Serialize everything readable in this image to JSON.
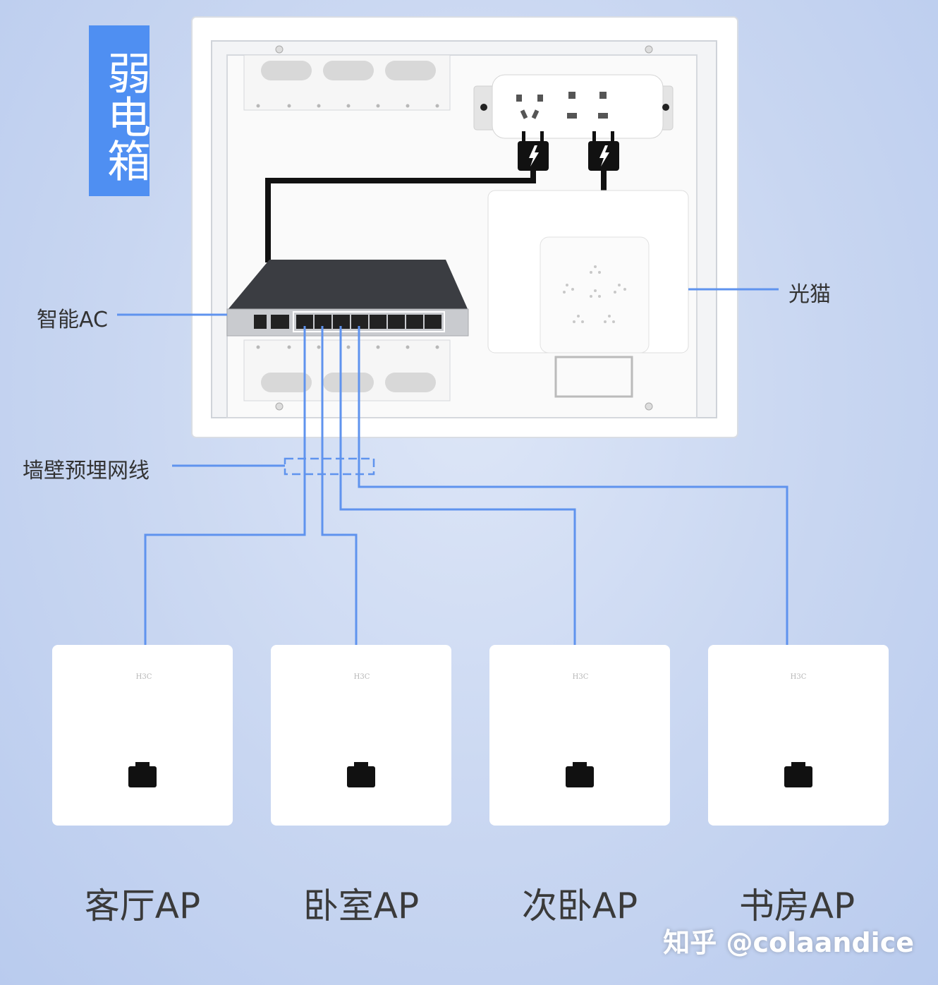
{
  "title": "弱电箱",
  "labels": {
    "ac": "智能AC",
    "modem": "光猫",
    "wall_cable": "墙壁预埋网线"
  },
  "access_points": [
    {
      "label": "客厅AP",
      "brand": "H3C"
    },
    {
      "label": "卧室AP",
      "brand": "H3C"
    },
    {
      "label": "次卧AP",
      "brand": "H3C"
    },
    {
      "label": "书房AP",
      "brand": "H3C"
    }
  ],
  "watermark": "知乎 @colaandice",
  "colors": {
    "title_bg": "#4f8ff2",
    "cable_line": "#5f93ee",
    "background": "#c8d6f1"
  }
}
